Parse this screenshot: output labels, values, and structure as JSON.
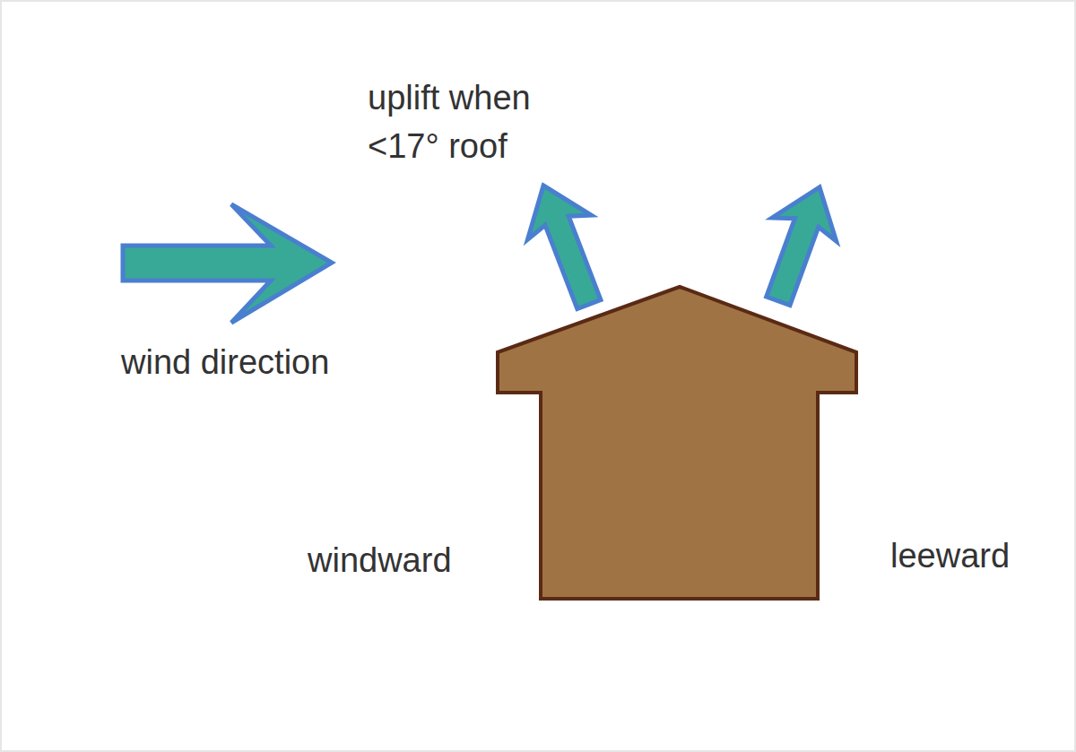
{
  "diagram": {
    "labels": [
      "uplift when <17° roof",
      "wind direction",
      "windward",
      "leeward"
    ]
  }
}
